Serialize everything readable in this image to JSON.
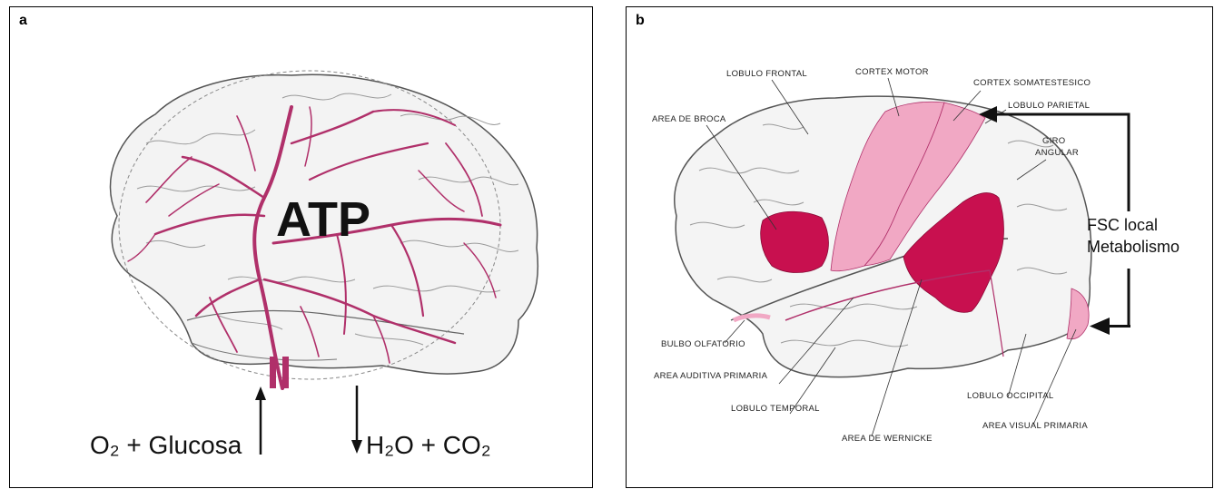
{
  "panel_a": {
    "letter": "a",
    "center_label": "ATP",
    "input_label": "O₂ + Glucosa",
    "output_label": "H₂O + CO₂"
  },
  "panel_b": {
    "letter": "b",
    "labels": {
      "lobulo_frontal": "LOBULO FRONTAL",
      "cortex_motor": "CORTEX MOTOR",
      "cortex_somatestesico": "CORTEX SOMATESTESICO",
      "lobulo_parietal": "LOBULO PARIETAL",
      "giro_angular_1": "GIRO",
      "giro_angular_2": "ANGULAR",
      "area_broca": "AREA DE BROCA",
      "bulbo_olfatorio": "BULBO OLFATORIO",
      "area_auditiva": "AREA AUDITIVA PRIMARIA",
      "lobulo_temporal": "LOBULO TEMPORAL",
      "area_wernicke": "AREA DE WERNICKE",
      "lobulo_occipital": "LOBULO OCCIPITAL",
      "area_visual": "AREA VISUAL PRIMARIA"
    },
    "fsc_line1": "FSC local",
    "fsc_line2": "Metabolismo"
  },
  "colors": {
    "vessel": "#b0306a",
    "highlight_dark": "#c8104f",
    "highlight_light": "#f1a8c4"
  }
}
